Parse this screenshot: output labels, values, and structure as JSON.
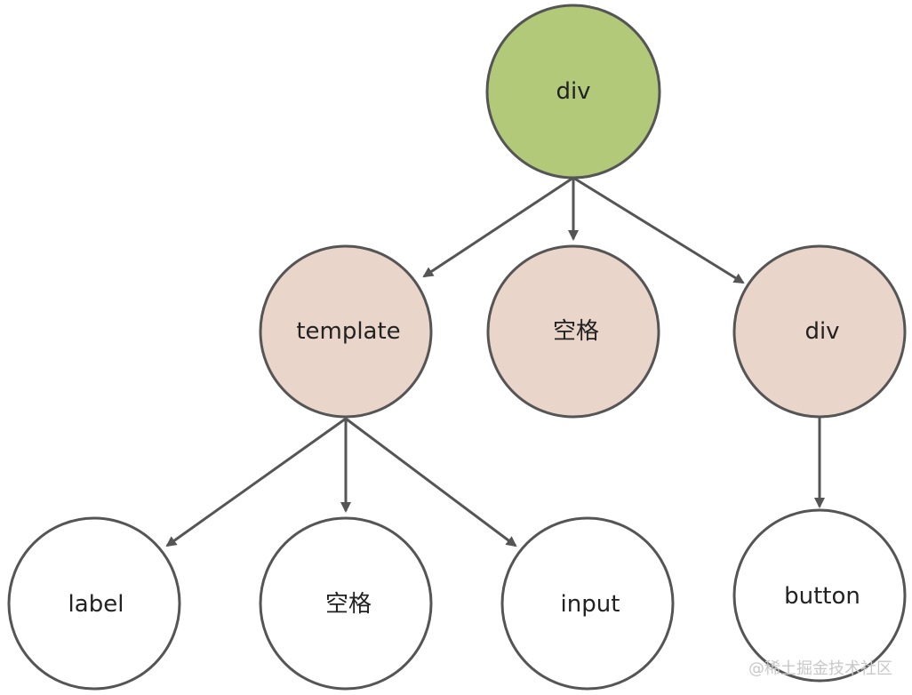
{
  "diagram": {
    "nodes": {
      "root": {
        "label": "div",
        "fill": "#b1c978"
      },
      "template": {
        "label": "template",
        "fill": "#e9d5c9"
      },
      "space_mid": {
        "label": "空格",
        "fill": "#e9d5c9"
      },
      "div_right": {
        "label": "div",
        "fill": "#e9d5c9"
      },
      "label_leaf": {
        "label": "label",
        "fill": "#ffffff"
      },
      "space_leaf": {
        "label": "空格",
        "fill": "#ffffff"
      },
      "input_leaf": {
        "label": "input",
        "fill": "#ffffff"
      },
      "button_leaf": {
        "label": "button",
        "fill": "#ffffff"
      }
    },
    "edges": [
      [
        "root",
        "template"
      ],
      [
        "root",
        "space_mid"
      ],
      [
        "root",
        "div_right"
      ],
      [
        "template",
        "label_leaf"
      ],
      [
        "template",
        "space_leaf"
      ],
      [
        "template",
        "input_leaf"
      ],
      [
        "div_right",
        "button_leaf"
      ]
    ],
    "colors": {
      "stroke": "#555555",
      "text": "#222222"
    }
  },
  "watermark": {
    "text": "@稀土掘金技术社区"
  }
}
